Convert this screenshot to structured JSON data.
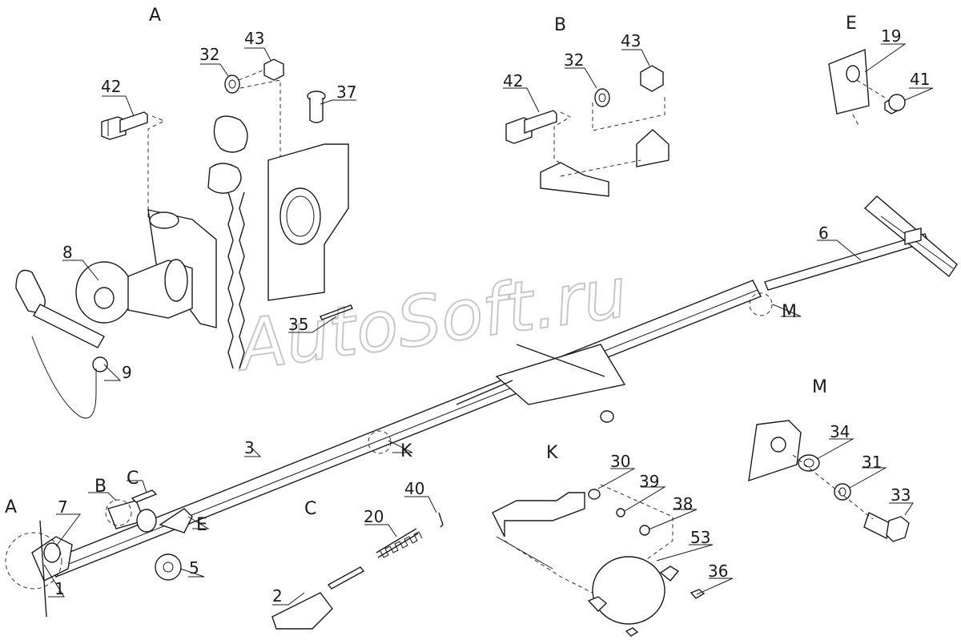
{
  "watermark": "AutoSoft.ru",
  "view_labels": {
    "A": "A",
    "B": "B",
    "E": "E",
    "M": "M",
    "K": "K",
    "C": "C"
  },
  "part_numbers": {
    "p1": "1",
    "p2": "2",
    "p3": "3",
    "p5": "5",
    "p6": "6",
    "p7": "7",
    "p8": "8",
    "p9": "9",
    "p19": "19",
    "p20": "20",
    "p30": "30",
    "p31": "31",
    "p32a": "32",
    "p32b": "32",
    "p33": "33",
    "p34": "34",
    "p35": "35",
    "p36": "36",
    "p37": "37",
    "p38": "38",
    "p39": "39",
    "p40": "40",
    "p41": "41",
    "p42a": "42",
    "p42b": "42",
    "p43a": "43",
    "p43b": "43",
    "p53": "53"
  },
  "callout_labels": {
    "A": "A",
    "B": "B",
    "C": "C",
    "E": "E",
    "K": "K",
    "M": "M"
  }
}
